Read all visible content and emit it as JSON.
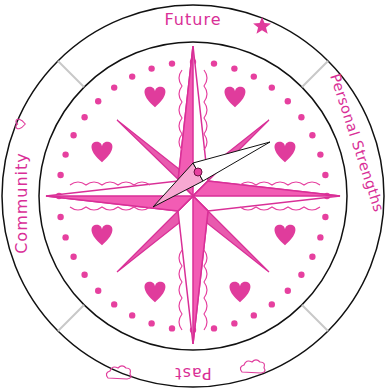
{
  "diagram": {
    "labels": [
      "Future",
      "Personal Strengths",
      "Past",
      "Community"
    ]
  }
}
